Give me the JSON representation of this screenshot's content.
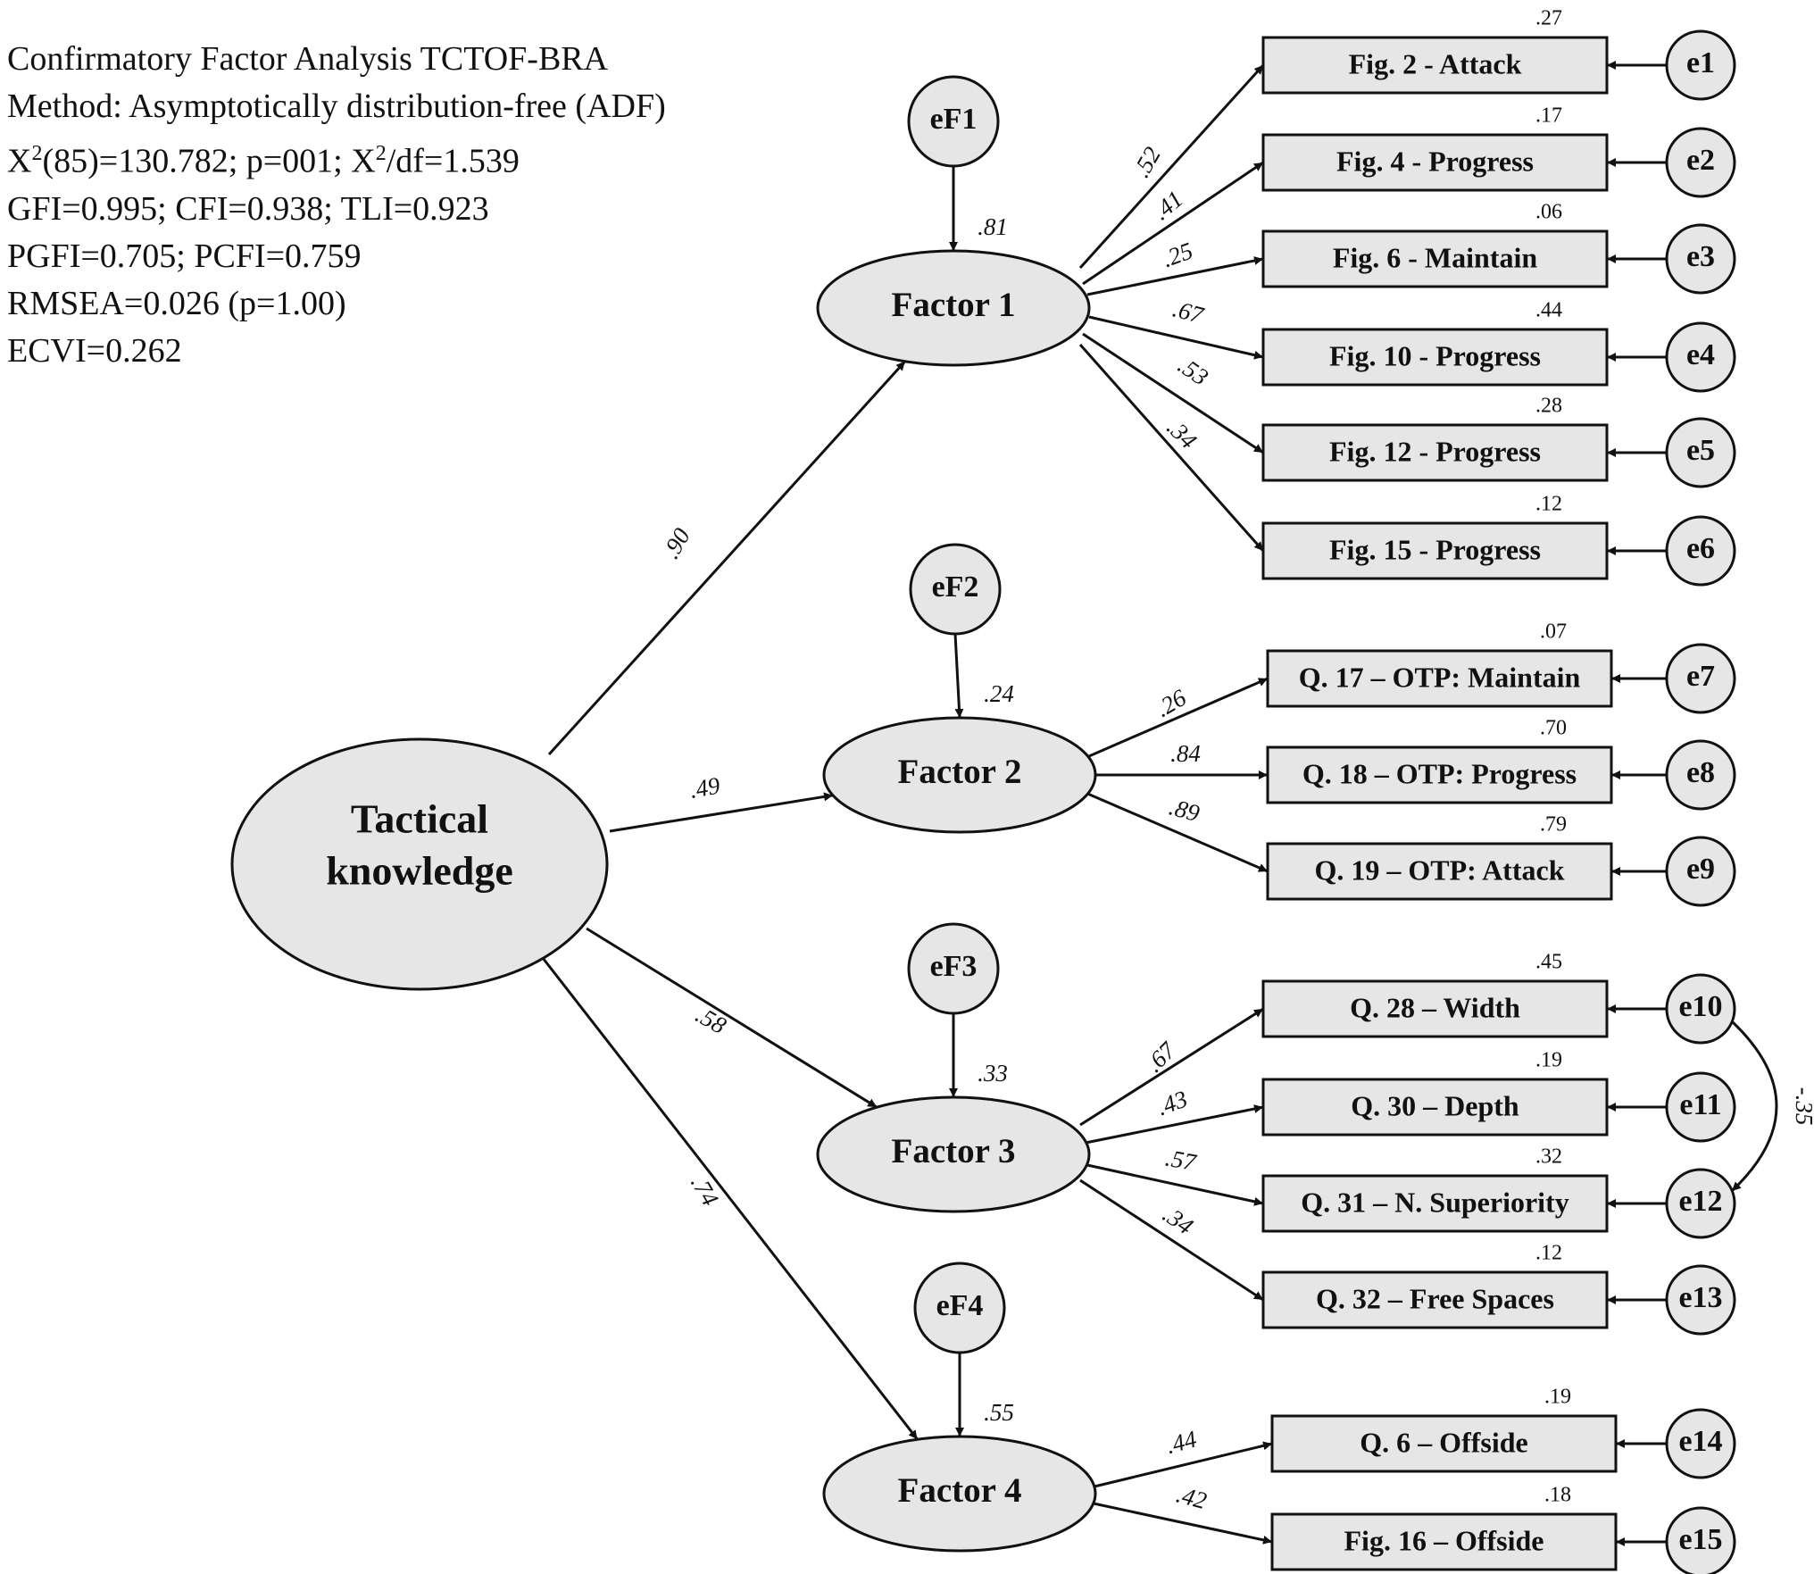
{
  "fit_info": {
    "lines": [
      "Confirmatory Factor Analysis TCTOF-BRA",
      "Method: Asymptotically distribution-free (ADF)",
      "GFI=0.995; CFI=0.938; TLI=0.923",
      "PGFI=0.705; PCFI=0.759",
      "RMSEA=0.026 (p=1.00)",
      "ECVI=0.262"
    ],
    "chi_line": {
      "chi": "X",
      "sup": "2",
      "rest1": "(85)=130.782; p=001; X",
      "sup2": "2",
      "rest2": "/df=1.539"
    }
  },
  "latent": {
    "main": [
      "Tactical",
      "knowledge"
    ],
    "factors": [
      "Factor 1",
      "Factor 2",
      "Factor 3",
      "Factor 4"
    ],
    "disturbances": [
      "eF1",
      "eF2",
      "eF3",
      "eF4"
    ],
    "factor_r2": [
      ".81",
      ".24",
      ".33",
      ".55"
    ],
    "second_order_loadings": [
      ".90",
      ".49",
      ".58",
      ".74"
    ]
  },
  "items": [
    {
      "label": "Fig. 2 - Attack",
      "error": "e1",
      "loading": ".52",
      "r2": ".27"
    },
    {
      "label": "Fig. 4 - Progress",
      "error": "e2",
      "loading": ".41",
      "r2": ".17"
    },
    {
      "label": "Fig. 6 - Maintain",
      "error": "e3",
      "loading": ".25",
      "r2": ".06"
    },
    {
      "label": "Fig. 10 - Progress",
      "error": "e4",
      "loading": ".67",
      "r2": ".44"
    },
    {
      "label": "Fig. 12 - Progress",
      "error": "e5",
      "loading": ".53",
      "r2": ".28"
    },
    {
      "label": "Fig. 15 - Progress",
      "error": "e6",
      "loading": ".34",
      "r2": ".12"
    },
    {
      "label": "Q. 17 – OTP: Maintain",
      "error": "e7",
      "loading": ".26",
      "r2": ".07"
    },
    {
      "label": "Q. 18 – OTP: Progress",
      "error": "e8",
      "loading": ".84",
      "r2": ".70"
    },
    {
      "label": "Q. 19 – OTP: Attack",
      "error": "e9",
      "loading": ".89",
      "r2": ".79"
    },
    {
      "label": "Q. 28 – Width",
      "error": "e10",
      "loading": ".67",
      "r2": ".45"
    },
    {
      "label": "Q. 30 – Depth",
      "error": "e11",
      "loading": ".43",
      "r2": ".19"
    },
    {
      "label": "Q. 31 – N. Superiority",
      "error": "e12",
      "loading": ".57",
      "r2": ".32"
    },
    {
      "label": "Q. 32 – Free Spaces",
      "error": "e13",
      "loading": ".34",
      "r2": ".12"
    },
    {
      "label": "Q. 6 – Offside",
      "error": "e14",
      "loading": ".44",
      "r2": ".19"
    },
    {
      "label": "Fig. 16 – Offside",
      "error": "e15",
      "loading": ".42",
      "r2": ".18"
    }
  ],
  "covariance": {
    "from": "e10",
    "to": "e12",
    "value": "-.35"
  },
  "colors": {
    "fill": "#e6e6e6",
    "stroke": "#111111",
    "background": "#ffffff"
  }
}
